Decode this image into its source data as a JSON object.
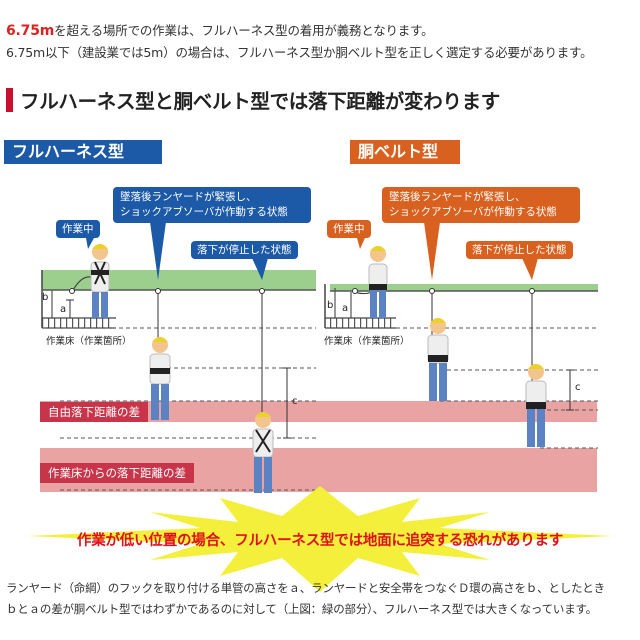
{
  "intro": {
    "line1_highlight": "6.75m",
    "line1_rest": "を超える場所での作業は、フルハーネス型の着用が義務となります。",
    "line2": "6.75m以下（建設業では5m）の場合は、フルハーネス型か胴ベルト型を正しく選定する必要があります。"
  },
  "heading": "フルハーネス型と胴ベルト型では落下距離が変わります",
  "left_panel": {
    "title": "フルハーネス型",
    "bubble_working": "作業中",
    "bubble_after_fall_1": "墜落後ランヤードが緊張し、",
    "bubble_after_fall_2": "ショックアブソーバが作動する状態",
    "bubble_stopped": "落下が停止した状態",
    "floor_label": "作業床（作業箇所）",
    "label_a": "a",
    "label_b": "b",
    "label_c": "c"
  },
  "right_panel": {
    "title": "胴ベルト型",
    "bubble_working": "作業中",
    "bubble_after_fall_1": "墜落後ランヤードが緊張し、",
    "bubble_after_fall_2": "ショックアブソーバが作動する状態",
    "bubble_stopped": "落下が停止した状態",
    "floor_label": "作業床（作業箇所）",
    "label_a": "a",
    "label_b": "b",
    "label_c": "c"
  },
  "bands": {
    "free_fall_diff": "自由落下距離の差",
    "from_floor_diff": "作業床からの落下距離の差"
  },
  "warning": "作業が低い位置の場合、フルハーネス型では地面に追突する恐れがあります",
  "footer": {
    "line1": "ランヤード（命綱）のフックを取り付ける単管の高さをａ、ランヤードと安全帯をつなぐＤ環の高さをｂ、としたとき",
    "line2": "ｂとａの差が胴ベルト型ではわずかであるのに対して（上図：緑の部分）、フルハーネス型では大きくなっています。"
  },
  "colors": {
    "blue": "#1c5aa8",
    "orange": "#d9611f",
    "red_accent": "#c8102e",
    "green_zone": "#9ccf8e",
    "pink_band": "#eaa3a3",
    "burst_yellow": "#f3ef3a"
  }
}
